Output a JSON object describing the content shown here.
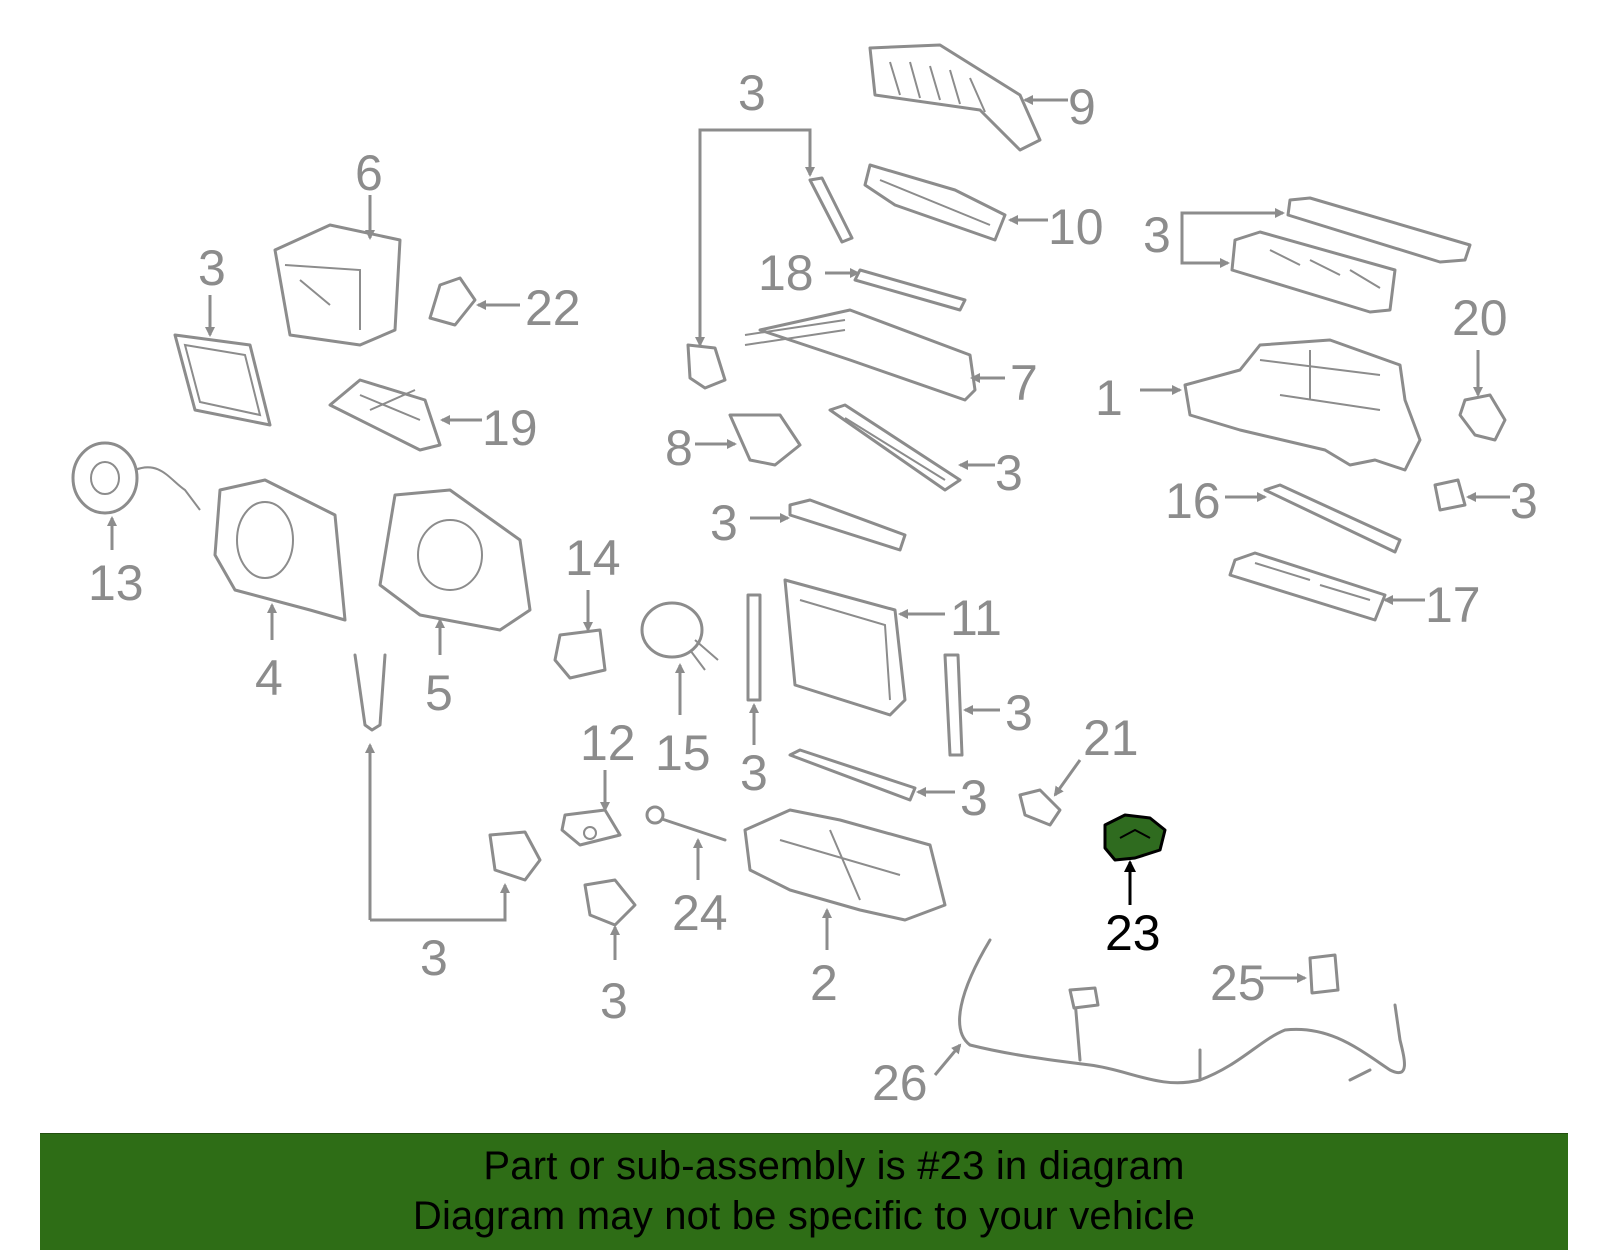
{
  "callouts": {
    "c1": "1",
    "c2": "2",
    "c4": "4",
    "c5": "5",
    "c6": "6",
    "c7": "7",
    "c8": "8",
    "c9": "9",
    "c10": "10",
    "c11": "11",
    "c12": "12",
    "c13": "13",
    "c14": "14",
    "c15": "15",
    "c16": "16",
    "c17": "17",
    "c18": "18",
    "c19": "19",
    "c20": "20",
    "c21": "21",
    "c22": "22",
    "c23": "23",
    "c24": "24",
    "c25": "25",
    "c26": "26",
    "c3": "3"
  },
  "highlight": {
    "part": "23",
    "color": "#2e6d16"
  },
  "banner": {
    "line1": "Part or sub-assembly is #23 in diagram",
    "line2": "Diagram may not be specific to your vehicle"
  },
  "colors": {
    "line": "#8c8c8c",
    "banner": "#2e6d16",
    "highlight_text": "#000000"
  }
}
